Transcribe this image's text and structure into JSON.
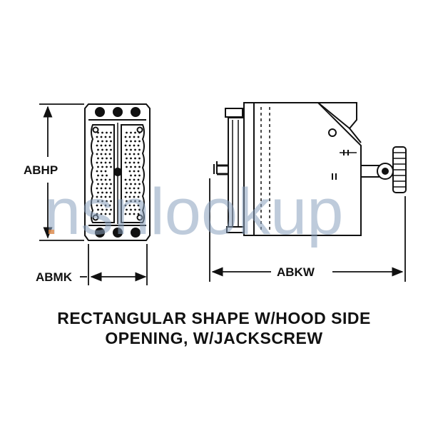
{
  "dimensions": {
    "height_label": "ABHP",
    "width_label": "ABMK",
    "length_label": "ABKW"
  },
  "caption": {
    "line1": "RECTANGULAR SHAPE W/HOOD SIDE",
    "line2": "OPENING, W/JACKSCREW"
  },
  "watermark": {
    "text": "nsnlookup",
    "color": "#8aa2bf"
  }
}
